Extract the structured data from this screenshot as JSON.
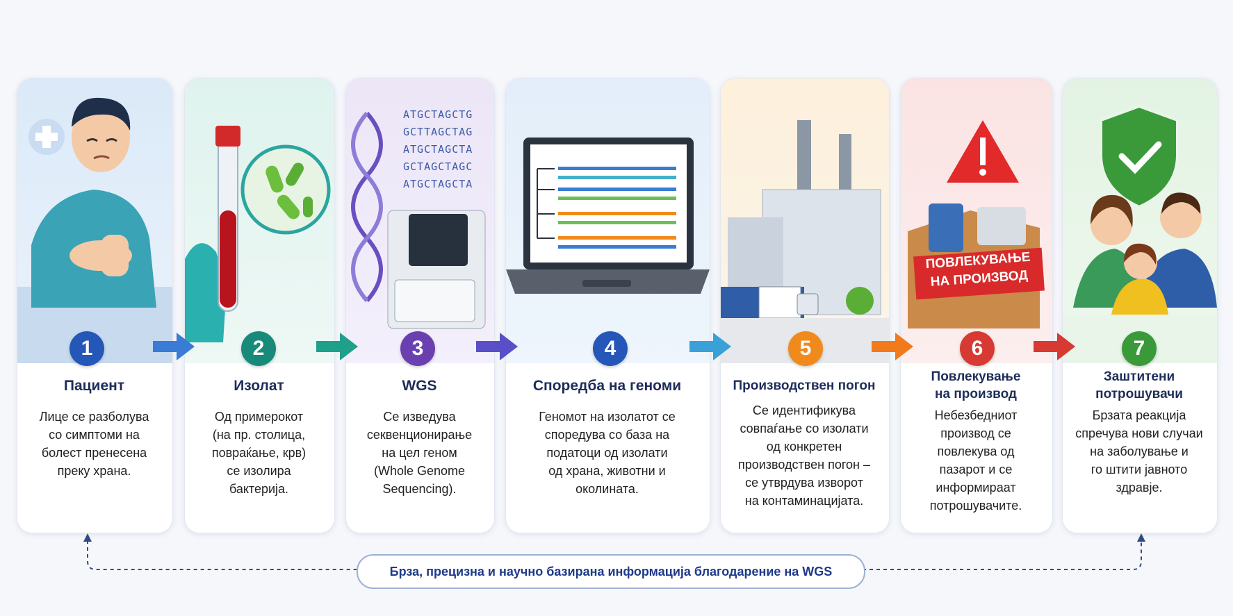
{
  "steps": [
    {
      "number": "1",
      "title": "Пациент",
      "desc": [
        "Лице се разболува",
        "со симптоми на",
        "болест пренесена",
        "преку храна."
      ],
      "color": "#2457b8"
    },
    {
      "number": "2",
      "title": "Изолат",
      "desc": [
        "Од примерокот",
        "(на пр. столица,",
        "повраќање, крв)",
        "се изолира",
        "бактерија."
      ],
      "color": "#178a7a"
    },
    {
      "number": "3",
      "title": "WGS",
      "desc": [
        "Се изведува",
        "секвенционирање",
        "на цел геном",
        "(Whole Genome",
        "Sequencing)."
      ],
      "color": "#6a3fb0"
    },
    {
      "number": "4",
      "title": "Споредба на геноми",
      "desc": [
        "Геномот на изолатот се",
        "споредува со база на",
        "податоци од изолати",
        "од храна, животни и",
        "околината."
      ],
      "color": "#2457b8"
    },
    {
      "number": "5",
      "title": "Производствен погон",
      "desc": [
        "Се идентификува",
        "совпаѓање со изолати",
        "од конкретен",
        "производствен погон –",
        "се утврдува изворот",
        "на контаминацијата."
      ],
      "color": "#f08a1c"
    },
    {
      "number": "6",
      "title_lines": [
        "Повлекување",
        "на производ"
      ],
      "desc": [
        "Небезбедниот",
        "производ се",
        "повлекува од",
        "пазарот и се",
        "информираат",
        "потрошувачите."
      ],
      "color": "#d63a32"
    },
    {
      "number": "7",
      "title_lines": [
        "Заштитени",
        "потрошувачи"
      ],
      "desc": [
        "Брзата реакција",
        "спречува нови случаи",
        "на заболување и",
        "го штити јавното",
        "здравје."
      ],
      "color": "#3a9a3a"
    }
  ],
  "dna_sequences": [
    "ATGCTAGCTG",
    "GCTTAGCTAG",
    "ATGCTAGCTA",
    "GCTAGCTAGC",
    "ATGCTAGCTA"
  ],
  "recall_label": [
    "ПОВЛЕКУВАЊЕ",
    "НА ПРОИЗВОД"
  ],
  "footer": "Брза, прецизна и научно базирана информација благодарение на WGS"
}
